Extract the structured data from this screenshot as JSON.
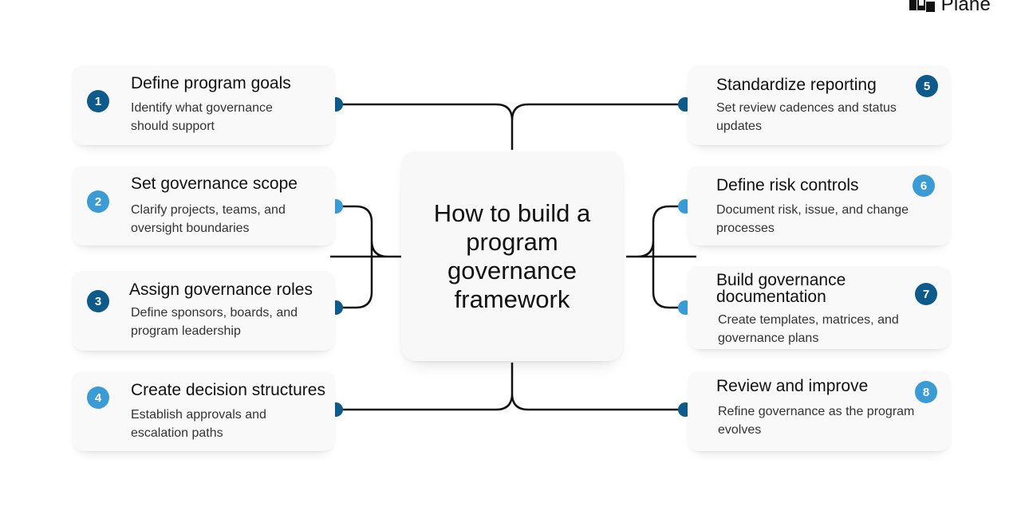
{
  "brand": {
    "name": "Plane",
    "logo_icon": "plane-logo-icon"
  },
  "center": {
    "title": "How to build a program governance framework"
  },
  "colors": {
    "dark_accent": "#0e5a8a",
    "light_accent": "#3a9bd5",
    "line": "#111111"
  },
  "steps": [
    {
      "number": "1",
      "title": "Define program goals",
      "description": "Identify what governance should support"
    },
    {
      "number": "2",
      "title": "Set governance scope",
      "description": "Clarify projects, teams, and oversight boundaries"
    },
    {
      "number": "3",
      "title": "Assign governance roles",
      "description": "Define sponsors, boards, and program leadership"
    },
    {
      "number": "4",
      "title": "Create decision structures",
      "description": "Establish approvals and escalation paths"
    },
    {
      "number": "5",
      "title": "Standardize reporting",
      "description": "Set review cadences and status updates"
    },
    {
      "number": "6",
      "title": "Define risk controls",
      "description": "Document risk, issue, and change processes"
    },
    {
      "number": "7",
      "title": "Build governance documentation",
      "description": "Create templates, matrices, and governance plans"
    },
    {
      "number": "8",
      "title": "Review and improve",
      "description": "Refine governance as the program evolves"
    }
  ]
}
